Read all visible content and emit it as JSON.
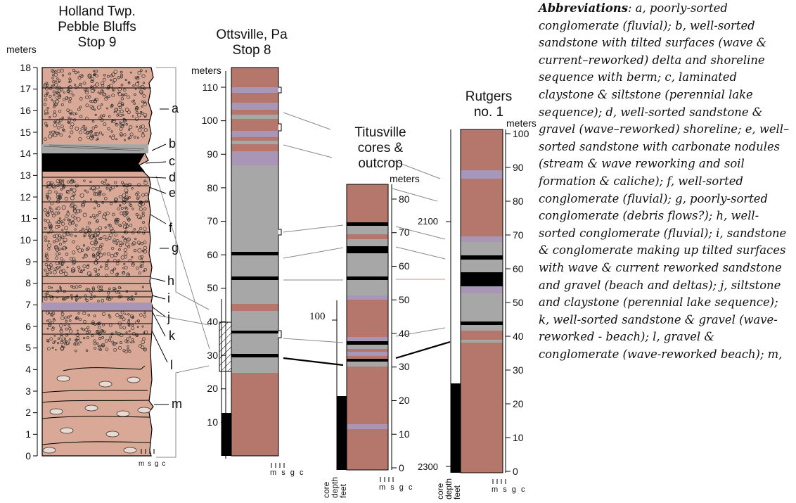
{
  "sections": {
    "holland": {
      "title_1": "Holland Twp.",
      "title_2": "Pebble Bluffs",
      "title_3": "Stop 9",
      "units": "meters",
      "ticks": [
        "0",
        "1",
        "2",
        "3",
        "4",
        "5",
        "6",
        "7",
        "8",
        "9",
        "10",
        "11",
        "12",
        "13",
        "14",
        "15",
        "16",
        "17",
        "18"
      ],
      "letters": [
        "a",
        "b",
        "c",
        "d",
        "e",
        "f",
        "g",
        "h",
        "i",
        "j",
        "k",
        "l",
        "m"
      ],
      "grain_axis": "m s g c"
    },
    "ottsville": {
      "title_1": "Ottsville, Pa",
      "title_2": "Stop 8",
      "units": "meters",
      "ticks": [
        "10",
        "20",
        "30",
        "40",
        "50",
        "60",
        "70",
        "80",
        "90",
        "100",
        "110"
      ],
      "grain_axis": "m s g c"
    },
    "titusville": {
      "title_1": "Titusville",
      "title_2": "cores &",
      "title_3": "outcrop",
      "units": "meters",
      "ticks": [
        "0",
        "10",
        "20",
        "30",
        "40",
        "50",
        "60",
        "70",
        "80"
      ],
      "depth_tick": "100",
      "depth_label_1": "core",
      "depth_label_2": "depth",
      "depth_label_3": "feet",
      "grain_axis": "m s g c"
    },
    "rutgers": {
      "title_1": "Rutgers",
      "title_2": "no. 1",
      "units": "meters",
      "ticks": [
        "0",
        "10",
        "20",
        "30",
        "40",
        "50",
        "60",
        "70",
        "80",
        "90",
        "100"
      ],
      "depth_ticks": [
        "2100",
        "2300"
      ],
      "depth_label_1": "core",
      "depth_label_2": "depth",
      "depth_label_3": "feet",
      "grain_axis": "m s g c"
    }
  },
  "abbreviations": {
    "heading": "Abbreviations",
    "text": ": a, poorly-sorted conglomerate (fluvial); b, well-sorted sandstone with tilted surfaces (wave & current–reworked) delta and shoreline sequence with berm; c, laminated claystone & siltstone (perennial lake sequence); d, well-sorted sandstone & gravel (wave–reworked) shoreline; e, well–sorted sandstone with carbonate nodules (stream & wave reworking and soil formation & caliche); f, well-sorted conglomerate (fluvial); g, poorly-sorted conglomerate (debris flows?); h, well-sorted conglomerate (fluvial); i, sandstone & conglomerate making up tilted surfaces with wave & current reworked sandstone and gravel (beach and deltas); j, siltstone and claystone (perennial lake sequence); k, well-sorted sandstone & gravel (wave-reworked - beach); l, gravel & conglomerate (wave-reworked beach); m,"
  },
  "colors": {
    "brown": "#b5776c",
    "gray": "#a7a7a7",
    "purple": "#a995b6",
    "black": "#000000",
    "holland_fill": "#d9a896"
  }
}
